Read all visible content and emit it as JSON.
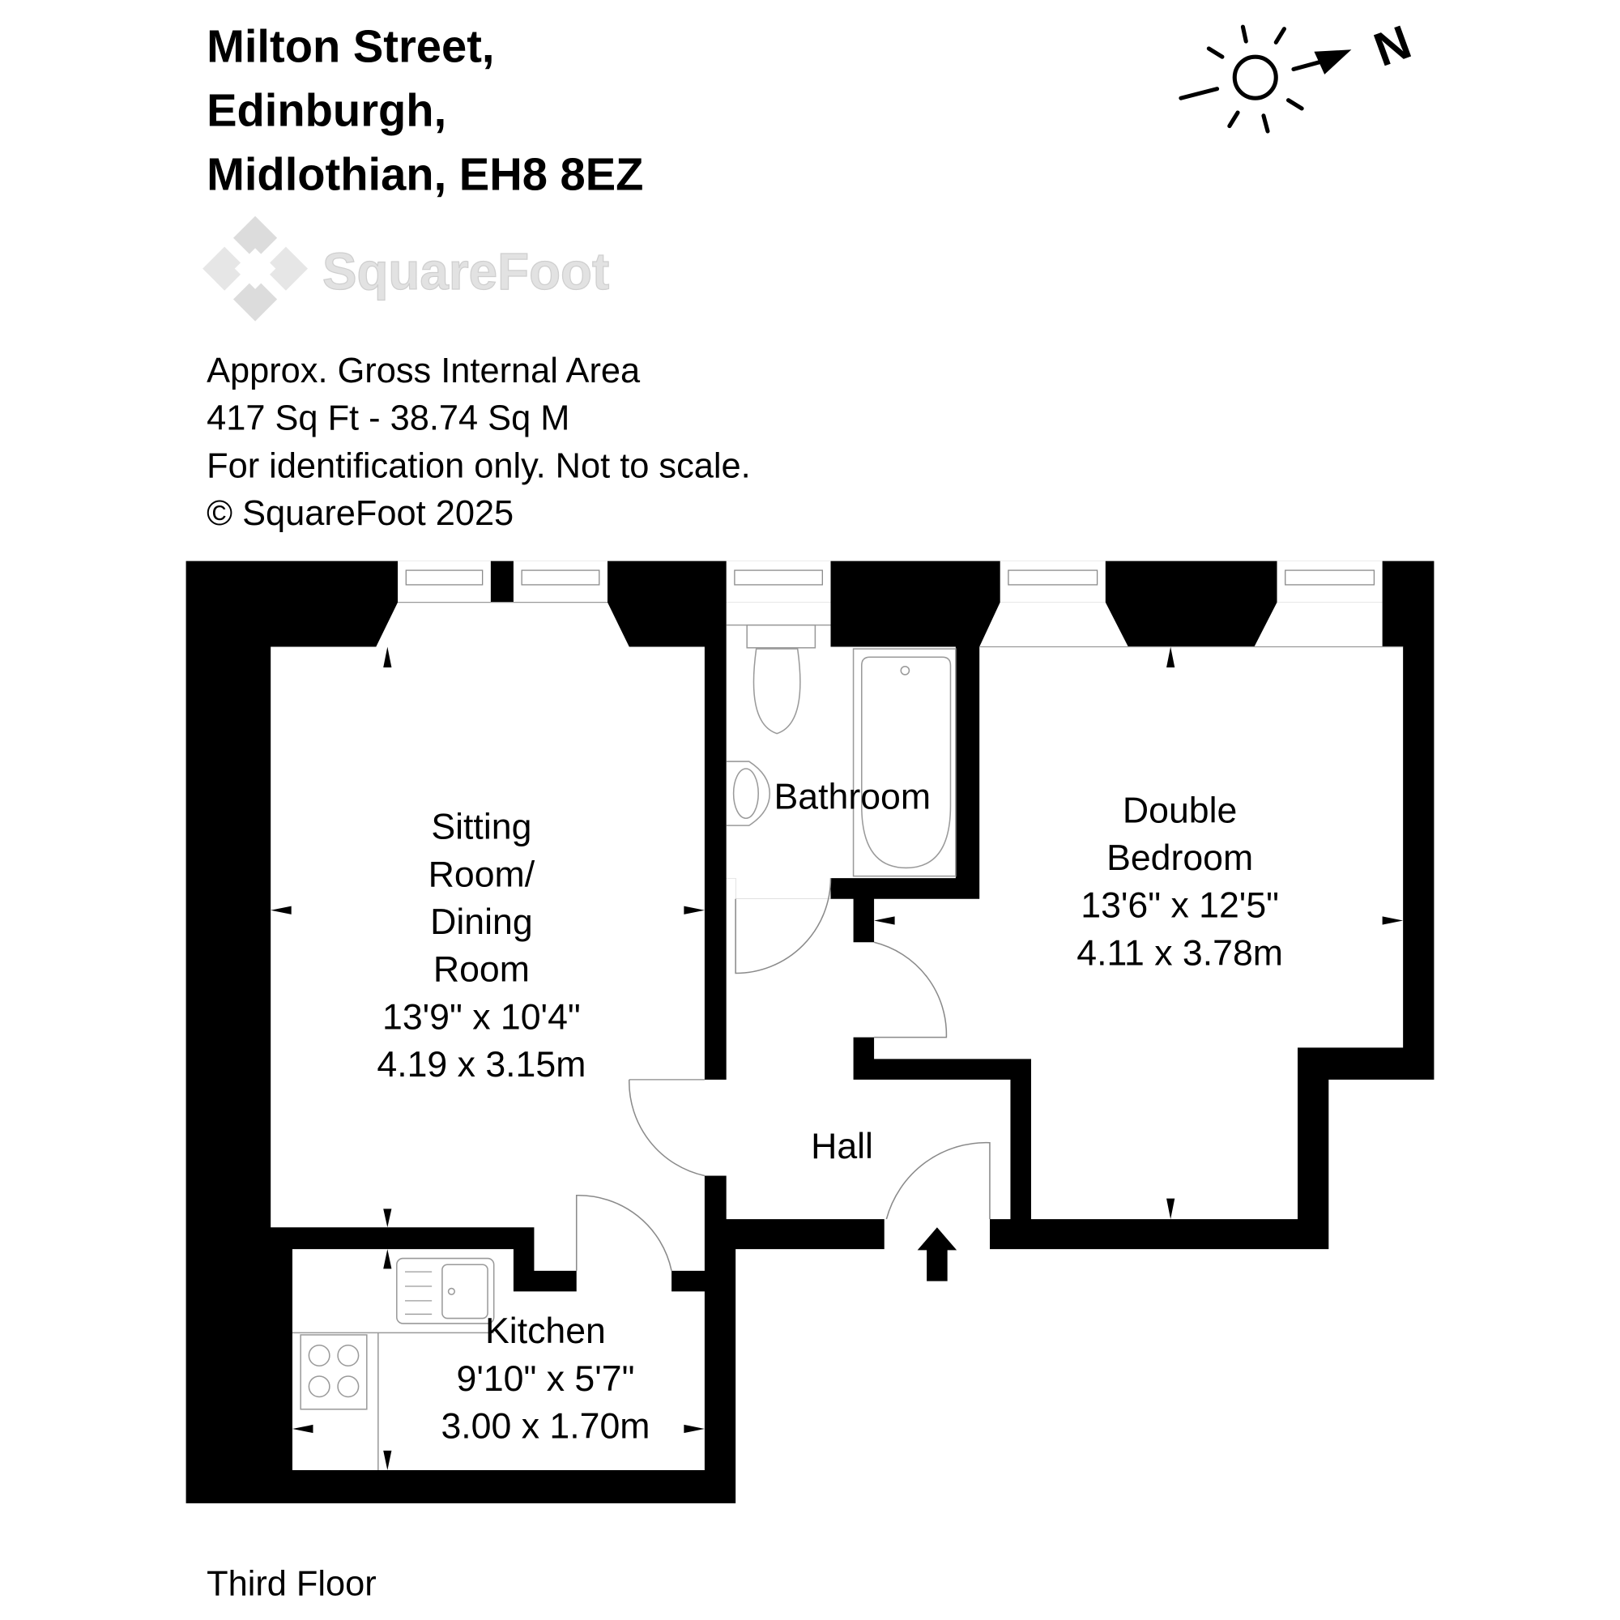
{
  "header": {
    "address_lines": [
      "Milton Street,",
      "Edinburgh,",
      "Midlothian, EH8 8EZ"
    ]
  },
  "logo": {
    "text": "SquareFoot"
  },
  "info": {
    "lines": [
      "Approx. Gross Internal Area",
      "417 Sq Ft  -  38.74 Sq M",
      "For identification only. Not to scale.",
      "© SquareFoot 2025"
    ]
  },
  "compass": {
    "label": "N"
  },
  "rooms": {
    "sitting": {
      "lines": [
        "Sitting",
        "Room/",
        "Dining",
        "Room",
        "13'9\" x 10'4\"",
        "4.19 x 3.15m"
      ]
    },
    "bathroom": {
      "lines": [
        "Bathroom"
      ]
    },
    "bedroom": {
      "lines": [
        "Double",
        "Bedroom",
        "13'6\" x 12'5\"",
        "4.11 x 3.78m"
      ]
    },
    "hall": {
      "lines": [
        "Hall"
      ]
    },
    "kitchen": {
      "lines": [
        "Kitchen",
        "9'10\" x 5'7\"",
        "3.00 x 1.70m"
      ]
    }
  },
  "floor_label": "Third Floor"
}
